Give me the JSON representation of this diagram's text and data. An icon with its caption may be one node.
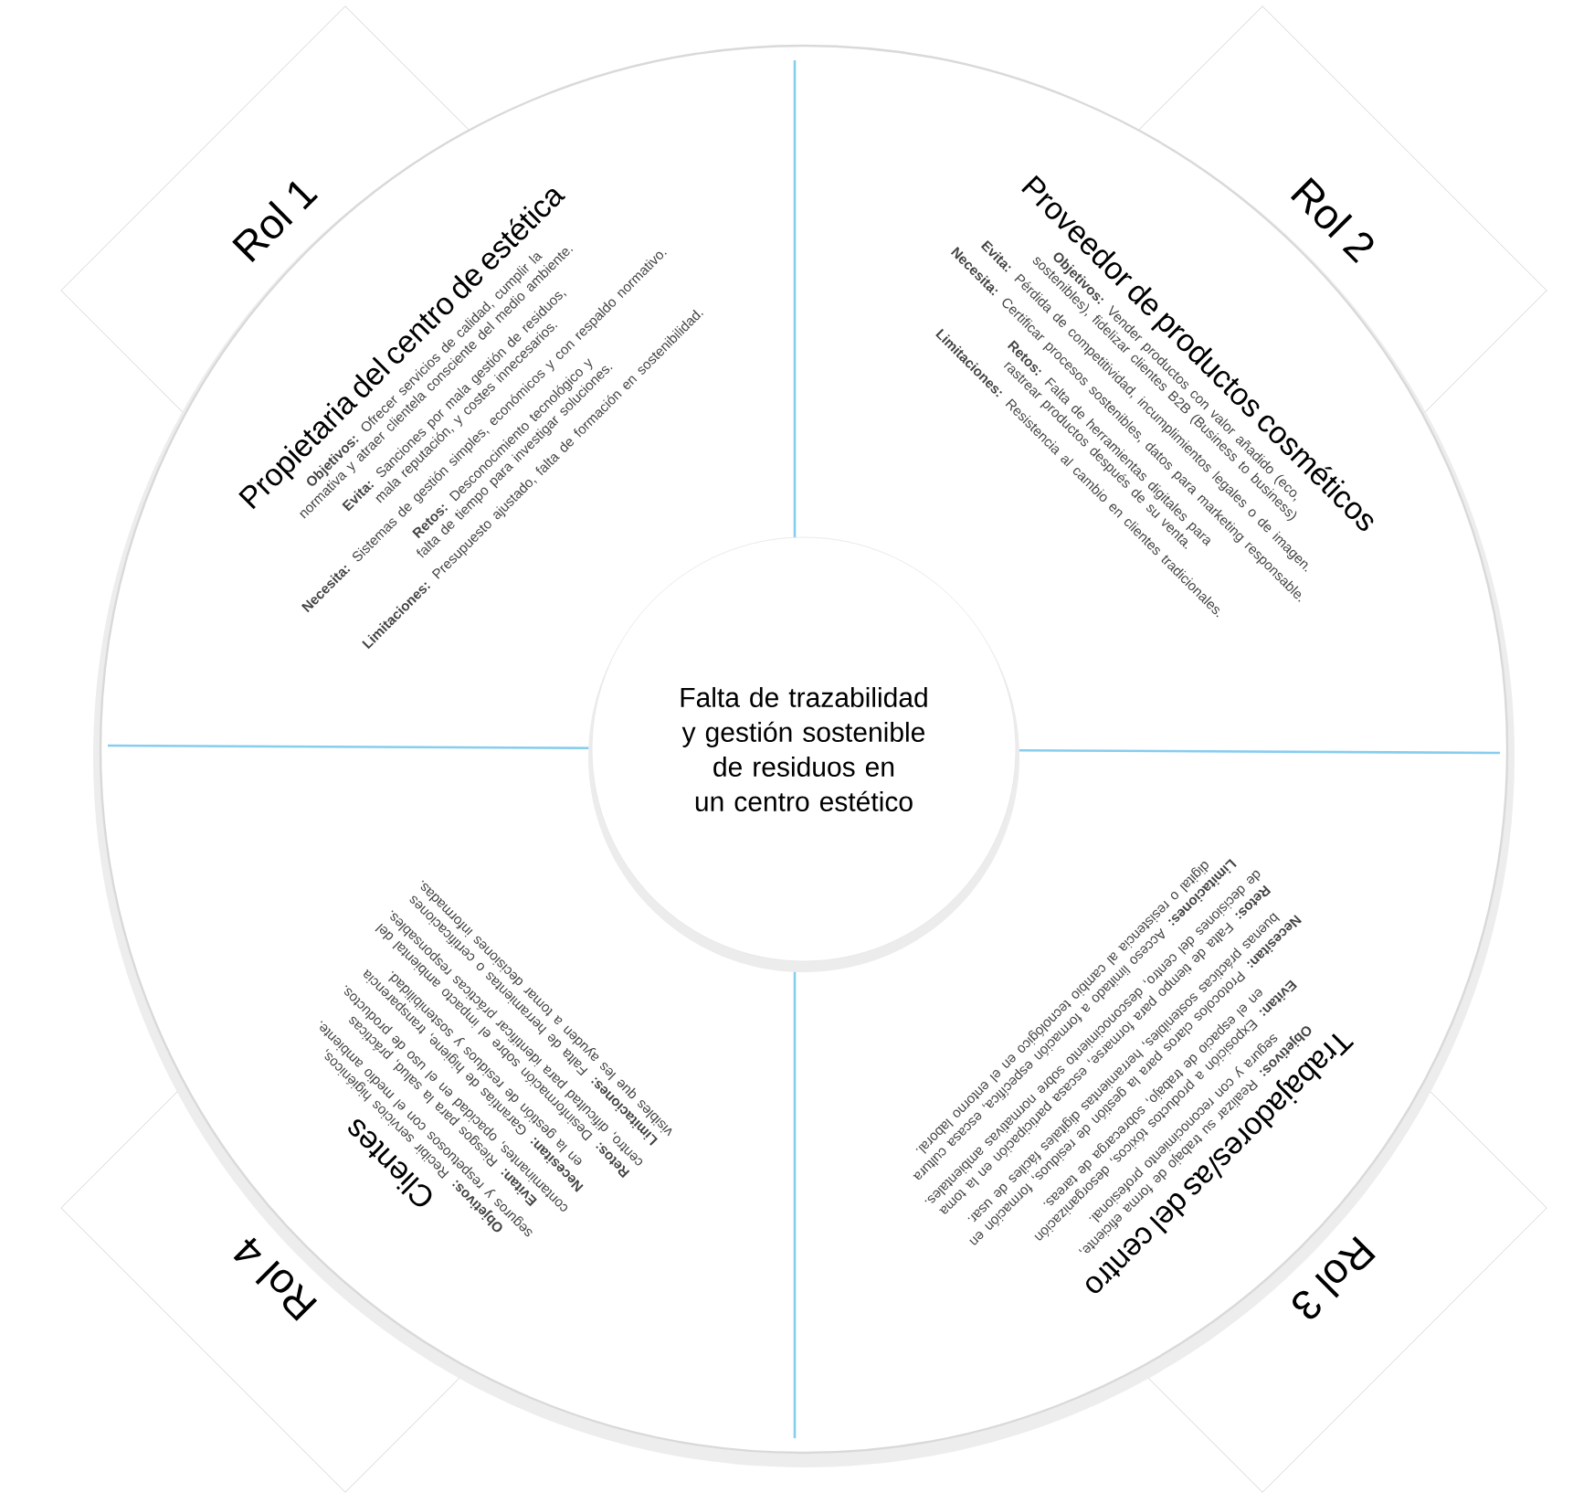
{
  "diagram": {
    "nodes": [
      {
        "text": [
          "Falta de trazabilidad y gestión sostenible de residuos en un centro estético"
        ]
      },
      {
        "text": [
          "Rol 1"
        ]
      },
      {
        "text": [
          "Propietaria del centro de estética",
          "**Objetivos:** Ofrecer servicios de calidad, cumplir la normativa y atraer clientela consciente del medio ambiente.",
          "**Evita:** Sanciones por mala gestión de residuos, mala reputación, y costes innecesarios.",
          "**Necesita:** Sistemas de gestión simples, económicos y con respaldo normativo.",
          "**Retos:** Desconocimiento tecnológico y falta de tiempo para investigar soluciones.",
          "**Limitaciones:** Presupuesto ajustado, falta de formación en sostenibilidad."
        ]
      },
      {
        "text": [
          "Rol 2"
        ]
      },
      {
        "text": [
          "Proveedor de productos cosméticos",
          "**Objetivos:** Vender productos con valor añadido (eco, sostenibles), fidelizar clientes B2B (Business to business)",
          "**Evita:** Pérdida de competitividad, incumplimientos legales o de imagen.",
          "**Necesita:** Certificar procesos sostenibles, datos para marketing responsable.",
          "**Retos:** Falta de herramientas digitales para rastrear productos después de su venta.",
          "**Limitaciones:** Resistencia al cambio en clientes tradicionales."
        ]
      },
      {
        "text": [
          "Rol 3"
        ]
      },
      {
        "text": [
          "Trabajadores/as del centro",
          "**Objetivos:** Realizar su trabajo de forma eficiente, segura y con reconocimiento profesional.",
          "**Evitan:** Exposición a productos tóxicos, desorganización en el espacio de trabajo, sobrecarga de tareas.",
          "**Necesitan:** Protocolos claros para la gestión de residuos, formación en buenas prácticas sostenibles, herramientas digitales fáciles de usar.",
          "**Retos:** Falta de tiempo para formarse, escasa participación en la toma de decisiones del centro, desconocimiento sobre normativas ambientales.",
          "**Limitaciones:** Acceso limitado a formación específica, escasa cultura digital o resistencia al cambio tecnológico en el entorno laboral."
        ]
      },
      {
        "text": [
          "Rol 4"
        ]
      },
      {
        "text": [
          "Clientes",
          "**Objetivos:** Recibir servicios higiénicos, seguros y respetuosos con el medio ambiente.",
          "**Evitan:** Riesgos para la salud, prácticas contaminantes, opacidad en el uso de productos.",
          "**Necesitan:** Garantías de higiene, transparencia en la gestión de residuos y sostenibilidad.",
          "**Retos:** Desinformación sobre el impacto ambiental del centro, dificultad para identificar prácticas responsables.",
          "**Limitaciones:** Falta de herramientas o certificaciones visibles que les ayuden a tomar decisiones informadas."
        ]
      }
    ],
    "edges": []
  }
}
